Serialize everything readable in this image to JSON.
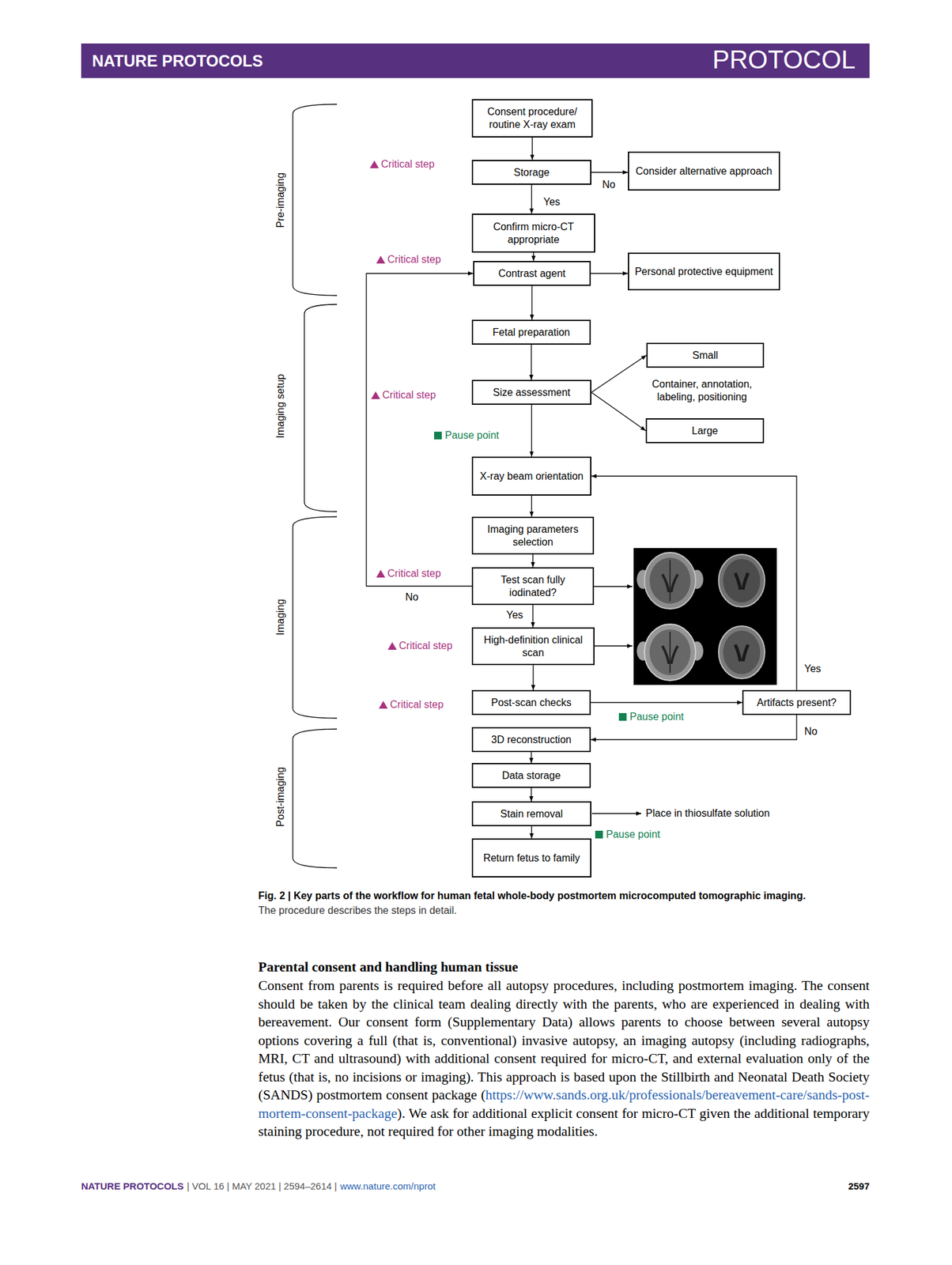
{
  "diagram": {
    "caption": "Fig. 2 | Key parts of the workflow for human fetal whole-body postmortem microcomputed tomographic imaging.",
    "nodes": [
      {
        "text": [
          "Consent procedure/ routine X-ray exam"
        ]
      },
      {
        "text": [
          "Storage"
        ]
      },
      {
        "text": [
          "Consider alternative approach"
        ]
      },
      {
        "text": [
          "Confirm micro-CT appropriate"
        ]
      },
      {
        "text": [
          "Contrast agent"
        ]
      },
      {
        "text": [
          "Personal protective equipment"
        ]
      },
      {
        "text": [
          "Fetal preparation"
        ]
      },
      {
        "text": [
          "Small"
        ]
      },
      {
        "text": [
          "Size assessment"
        ]
      },
      {
        "text": [
          "Large"
        ]
      },
      {
        "text": [
          "X-ray beam orientation"
        ]
      },
      {
        "text": [
          "Imaging parameters selection"
        ]
      },
      {
        "text": [
          "Test scan fully iodinated?"
        ]
      },
      {
        "text": [
          "High-definition clinical scan"
        ]
      },
      {
        "text": [
          "Post-scan checks"
        ]
      },
      {
        "text": [
          "Artifacts present?"
        ]
      },
      {
        "text": [
          "3D reconstruction"
        ]
      },
      {
        "text": [
          "Data storage"
        ]
      },
      {
        "text": [
          "Stain removal"
        ]
      },
      {
        "text": [
          "Return fetus to family"
        ]
      }
    ],
    "edges": [
      {
        "from": 0,
        "to": 1,
        "arrow": "to"
      },
      {
        "from": 1,
        "to": 2,
        "label": "No",
        "arrow": "to"
      },
      {
        "from": 1,
        "to": 3,
        "label": "Yes",
        "arrow": "to"
      },
      {
        "from": 3,
        "to": 4,
        "arrow": "to"
      },
      {
        "from": 4,
        "to": 5,
        "arrow": "to"
      },
      {
        "from": 4,
        "to": 6,
        "arrow": "to"
      },
      {
        "from": 6,
        "to": 8,
        "arrow": "to"
      },
      {
        "from": 8,
        "to": 7,
        "arrow": "to"
      },
      {
        "from": 8,
        "to": 9,
        "arrow": "to"
      },
      {
        "from": 8,
        "to": 10,
        "arrow": "to"
      },
      {
        "from": 10,
        "to": 11,
        "arrow": "to"
      },
      {
        "from": 11,
        "to": 12,
        "arrow": "to"
      },
      {
        "from": 12,
        "to": 4,
        "label": "No",
        "arrow": "to"
      },
      {
        "from": 12,
        "to": 13,
        "label": "Yes",
        "arrow": "to"
      },
      {
        "from": 13,
        "to": 14,
        "arrow": "to"
      },
      {
        "from": 14,
        "to": 15,
        "arrow": "to"
      },
      {
        "from": 15,
        "to": 10,
        "label": "Yes",
        "arrow": "to"
      },
      {
        "from": 15,
        "to": 16,
        "label": "No",
        "arrow": "to"
      },
      {
        "from": 16,
        "to": 17,
        "arrow": "to"
      },
      {
        "from": 17,
        "to": 18,
        "arrow": "to"
      },
      {
        "from": 18,
        "to": 19,
        "arrow": "to"
      }
    ],
    "labels": [
      "NATURE PROTOCOLS",
      "PROTOCOL",
      "Pre-imaging",
      "Imaging setup",
      "Imaging",
      "Post-imaging",
      "Critical step",
      "Critical step",
      "Critical step",
      "Pause point",
      "Container, annotation, labeling, positioning",
      "Critical step",
      "Critical step",
      "Critical step",
      "Pause point",
      "Place in thiosulfate solution",
      "Pause point",
      "The procedure describes the steps in detail.",
      "Parental consent and handling human tissue",
      "Consent from parents is required before all autopsy procedures, including postmortem imaging. The consent should be taken by the clinical team dealing directly with the parents, who are experienced in dealing with bereavement. Our consent form (Supplementary Data) allows parents to choose between several autopsy options covering a full (that is, conventional) invasive autopsy, an imaging autopsy (including radiographs, MRI, CT and ultrasound) with additional consent required for micro-CT, and external evaluation only of the fetus (that is, no incisions or imaging). This approach is based upon the Stillbirth and Neonatal Death Society (SANDS) postmortem consent package (",
      "https://www.sands.org.uk/professionals/bereavement-care/sands-post-mortem-consent-package",
      "). We ask for additional explicit consent for micro-CT given the additional temporary staining procedure, not required for other imaging modalities.",
      "NATURE PROTOCOLS",
      "| VOL 16 | MAY 2021 | 2594–2614 |",
      "www.nature.com/nprot",
      "2597"
    ]
  }
}
